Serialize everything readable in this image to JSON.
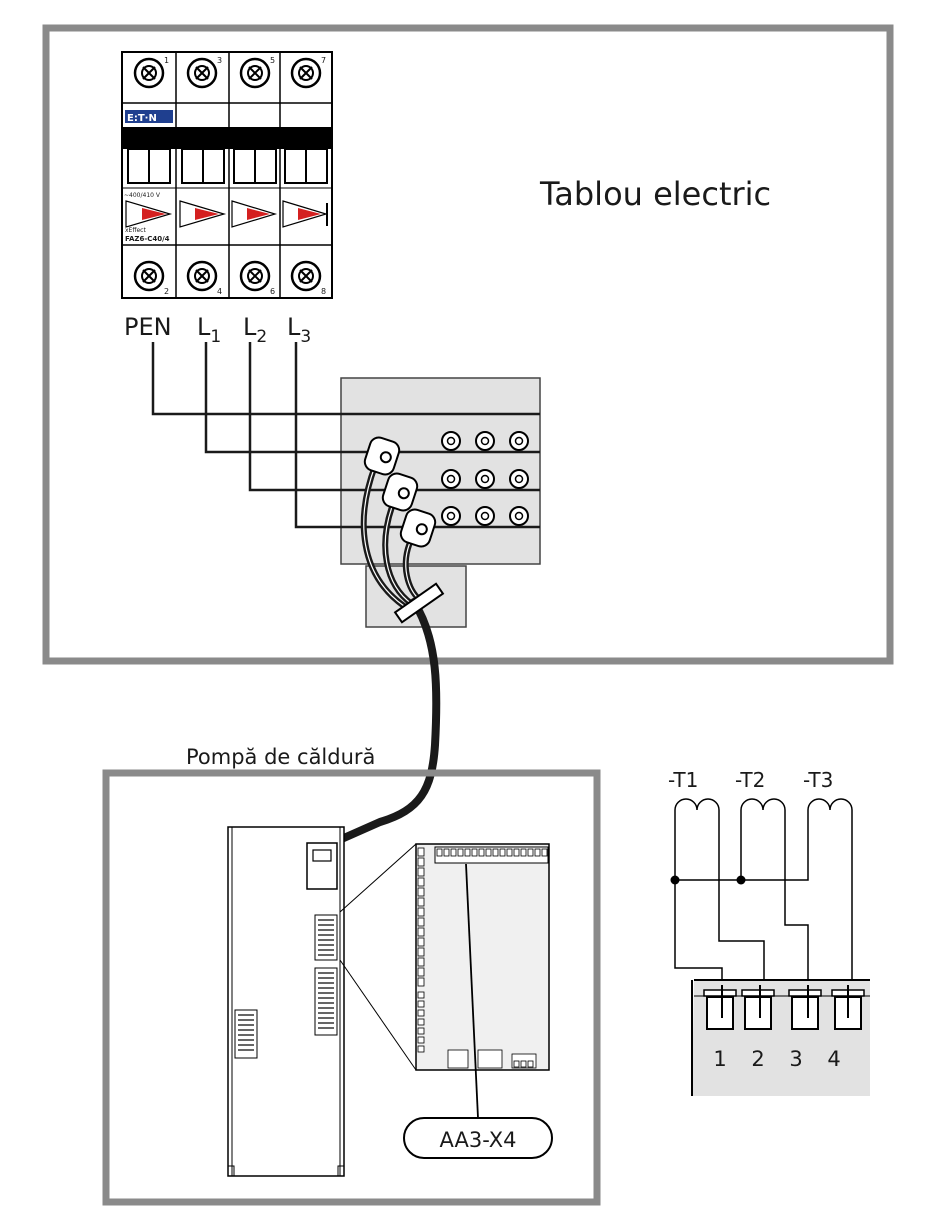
{
  "panel": {
    "title": "Tablou electric",
    "breaker": {
      "brand": "E:T·N",
      "rating_text": "~400/410 V",
      "model": "FAZ6-C40/4",
      "sub_brand": "xEffect",
      "top_terminals": [
        "1",
        "3",
        "5",
        "7"
      ],
      "bottom_terminals": [
        "2",
        "4",
        "6",
        "8"
      ]
    },
    "conductors": {
      "pen": "PEN",
      "l1": "L",
      "l1_sub": "1",
      "l2": "L",
      "l2_sub": "2",
      "l3": "L",
      "l3_sub": "3"
    }
  },
  "heat_pump": {
    "title": "Pompă de căldură",
    "connector_label": "AA3-X4"
  },
  "terminal_detail": {
    "sensors": [
      "-T1",
      "-T2",
      "-T3"
    ],
    "terminals": [
      "1",
      "2",
      "3",
      "4"
    ]
  },
  "colors": {
    "frame": "#8a8a8a",
    "panel_fill": "#e2e2e2",
    "cable": "#1a1a1a",
    "indicator_red": "#d42020"
  }
}
